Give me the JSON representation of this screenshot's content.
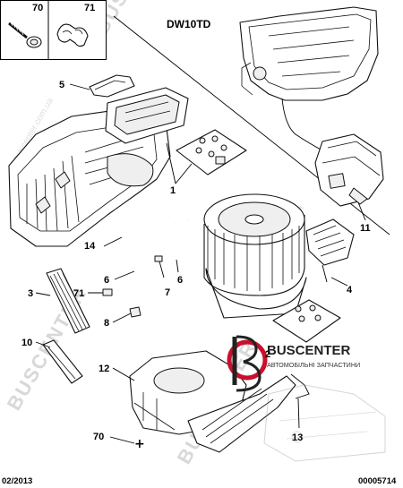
{
  "model_label": "DW10TD",
  "date_code": "02/2013",
  "doc_number": "00005714",
  "inset_labels": [
    "70",
    "71"
  ],
  "watermark": "BUSCENTER",
  "watermark_url": "buscenter.com.ua",
  "logo": {
    "name": "BUSCENTER",
    "tagline": "АВТОМОБІЛЬНІ ЗАПЧАСТИНИ",
    "colors": {
      "ring": "#c8102e",
      "text": "#222222"
    }
  },
  "callouts": [
    {
      "id": "5",
      "label": "5"
    },
    {
      "id": "1",
      "label": "1"
    },
    {
      "id": "11",
      "label": "11"
    },
    {
      "id": "14",
      "label": "14"
    },
    {
      "id": "6a",
      "label": "6"
    },
    {
      "id": "6b",
      "label": "6"
    },
    {
      "id": "3",
      "label": "3"
    },
    {
      "id": "71",
      "label": "71"
    },
    {
      "id": "7",
      "label": "7"
    },
    {
      "id": "4",
      "label": "4"
    },
    {
      "id": "8",
      "label": "8"
    },
    {
      "id": "10",
      "label": "10"
    },
    {
      "id": "2",
      "label": "2"
    },
    {
      "id": "12",
      "label": "12"
    },
    {
      "id": "70",
      "label": "70"
    },
    {
      "id": "13",
      "label": "13"
    }
  ]
}
